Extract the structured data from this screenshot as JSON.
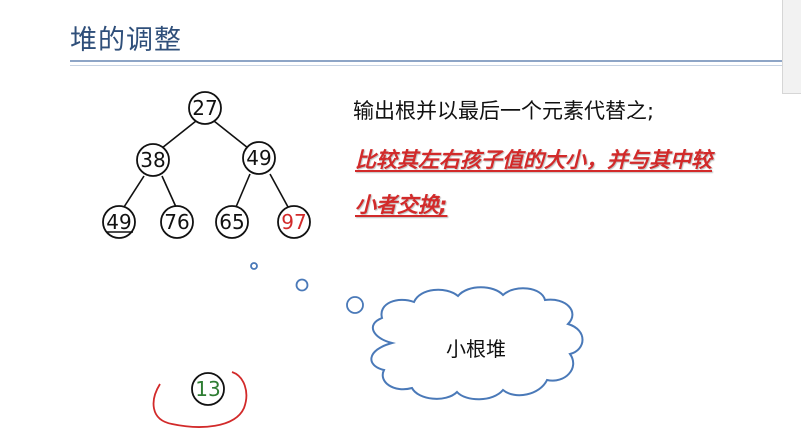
{
  "slide": {
    "title": "堆的调整"
  },
  "text": {
    "line1": "输出根并以最后一个元素代替之;",
    "red_line1": "比较其左右孩子值的大小，并与其中较",
    "red_line2": "小者交换;"
  },
  "tree": {
    "root": "27",
    "left": "38",
    "right": "49",
    "ll": "49",
    "lr": "76",
    "rl": "65",
    "rr": "97"
  },
  "bubble": {
    "label": "小根堆"
  },
  "removed_node": "13",
  "colors": {
    "title": "#2f4f7a",
    "red": "#d22a2a",
    "green": "#2e7d32"
  }
}
